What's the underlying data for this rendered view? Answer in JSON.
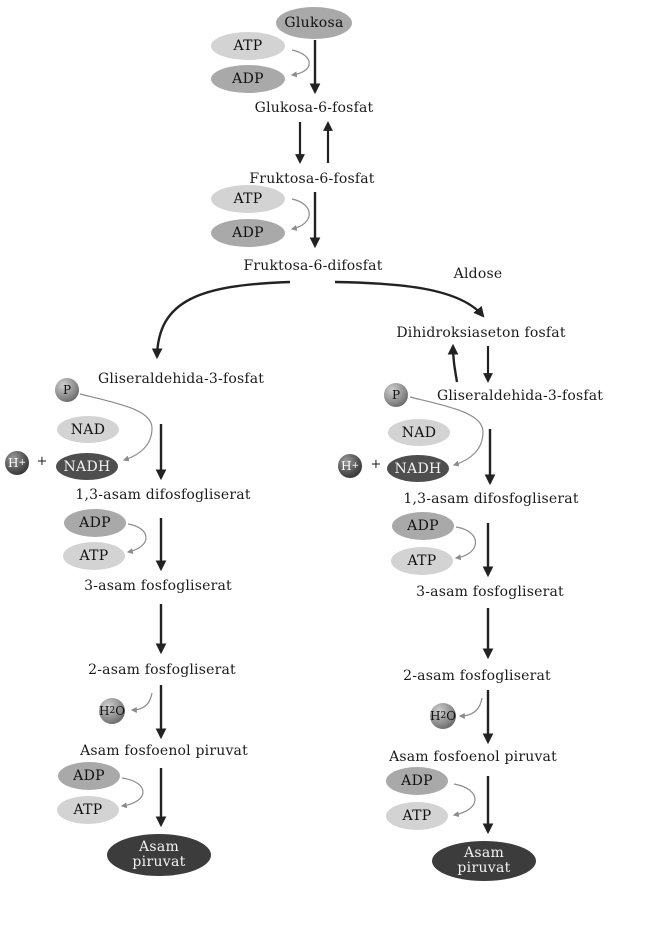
{
  "start": {
    "glucose": "Glukosa"
  },
  "top": {
    "atp1": "ATP",
    "adp1": "ADP",
    "g6p": "Glukosa-6-fosfat",
    "f6p": "Fruktosa-6-fosfat",
    "atp2": "ATP",
    "adp2": "ADP",
    "fdp": "Fruktosa-6-difosfat",
    "aldose": "Aldose"
  },
  "left_branch": {
    "g3p": "Gliseraldehida-3-fosfat",
    "p": "P",
    "nad": "NAD",
    "h": "H",
    "h_charge": "+",
    "plus": "+",
    "nadh": "NADH",
    "bpg": "1,3-asam difosfogliserat",
    "adp1": "ADP",
    "atp1": "ATP",
    "pg3": "3-asam fosfogliserat",
    "pg2": "2-asam fosfogliserat",
    "h2o_h": "H",
    "h2o_2": "2",
    "h2o_o": "O",
    "pep": "Asam fosfoenol piruvat",
    "adp2": "ADP",
    "atp2": "ATP",
    "pyruvate_line1": "Asam",
    "pyruvate_line2": "piruvat"
  },
  "right_branch": {
    "dhap": "Dihidroksiaseton fosfat",
    "g3p": "Gliseraldehida-3-fosfat",
    "p": "P",
    "nad": "NAD",
    "h": "H",
    "h_charge": "+",
    "plus": "+",
    "nadh": "NADH",
    "bpg": "1,3-asam difosfogliserat",
    "adp1": "ADP",
    "atp1": "ATP",
    "pg3": "3-asam fosfogliserat",
    "pg2": "2-asam fosfogliserat",
    "h2o_h": "H",
    "h2o_2": "2",
    "h2o_o": "O",
    "pep": "Asam fosfoenol piruvat",
    "adp2": "ADP",
    "atp2": "ATP",
    "pyruvate_line1": "Asam",
    "pyruvate_line2": "piruvat"
  },
  "colors": {
    "main_arrow": "#222222",
    "side_arrow": "#8c8c8c",
    "light_oval": "#d3d3d3",
    "mid_oval": "#a9a9a9",
    "dark_oval": "#4e4e4e"
  }
}
